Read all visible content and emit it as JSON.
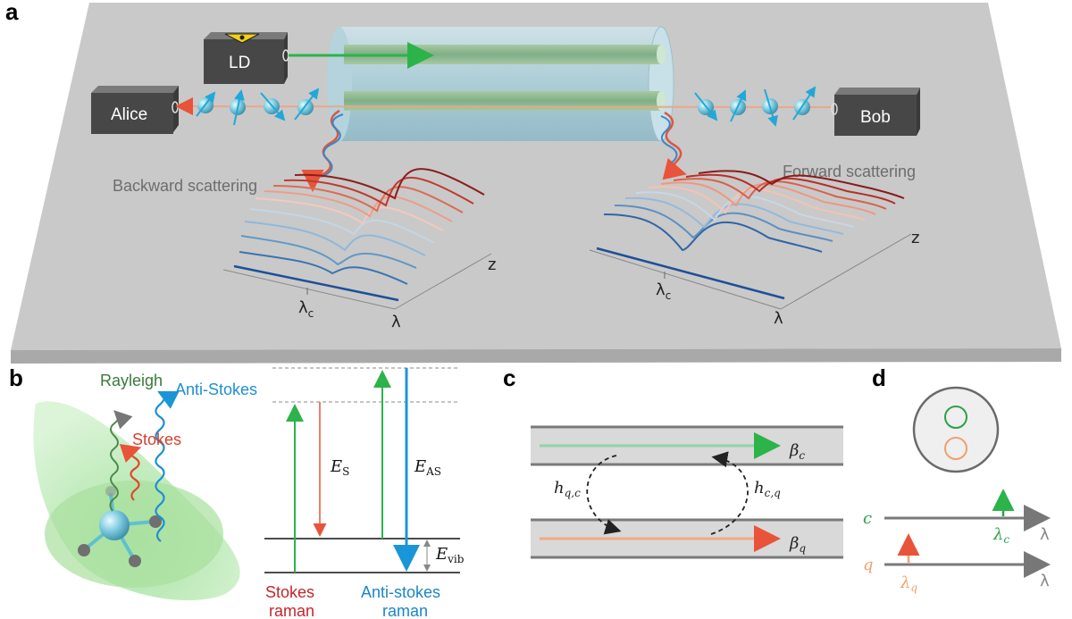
{
  "panels": {
    "a": "a",
    "b": "b",
    "c": "c",
    "d": "d"
  },
  "panel_a": {
    "ld_label": "LD",
    "alice_label": "Alice",
    "bob_label": "Bob",
    "backward_label": "Backward scattering",
    "forward_label": "Forward scattering",
    "axis_z": "z",
    "axis_lambda": "λ",
    "axis_lambda_c": "λ",
    "axis_lambda_c_sub": "c"
  },
  "panel_b": {
    "rayleigh": "Rayleigh",
    "anti_stokes": "Anti-Stokes",
    "stokes": "Stokes",
    "e_s": "E",
    "e_s_sub": "S",
    "e_as": "E",
    "e_as_sub": "AS",
    "e_vib": "E",
    "e_vib_sub": "vib",
    "stokes_raman_1": "Stokes",
    "stokes_raman_2": "raman",
    "anti_raman_1": "Anti-stokes",
    "anti_raman_2": "raman",
    "colors": {
      "rayleigh": "#3a7a3a",
      "anti_stokes": "#1f8fd0",
      "stokes": "#d9402a",
      "green_arrow": "#2cb34a",
      "red_arrow": "#e8533a",
      "blue_arrow": "#1a96d8"
    }
  },
  "panel_c": {
    "beta_c": "β",
    "beta_c_sub": "c",
    "beta_q": "β",
    "beta_q_sub": "q",
    "h_qc": "h",
    "h_qc_sub": "q,c",
    "h_cq": "h",
    "h_cq_sub": "c,q",
    "colors": {
      "c_arrow": "#8fd3a8",
      "q_arrow": "#f2a982"
    }
  },
  "panel_d": {
    "c_label": "c",
    "q_label": "q",
    "lambda_1": "λ",
    "lambda_2": "λ",
    "lambda_c": "λ",
    "lambda_c_sub": "c",
    "lambda_q": "λ",
    "lambda_q_sub": "q",
    "colors": {
      "c": "#2ea04a",
      "q": "#f0a070"
    }
  }
}
